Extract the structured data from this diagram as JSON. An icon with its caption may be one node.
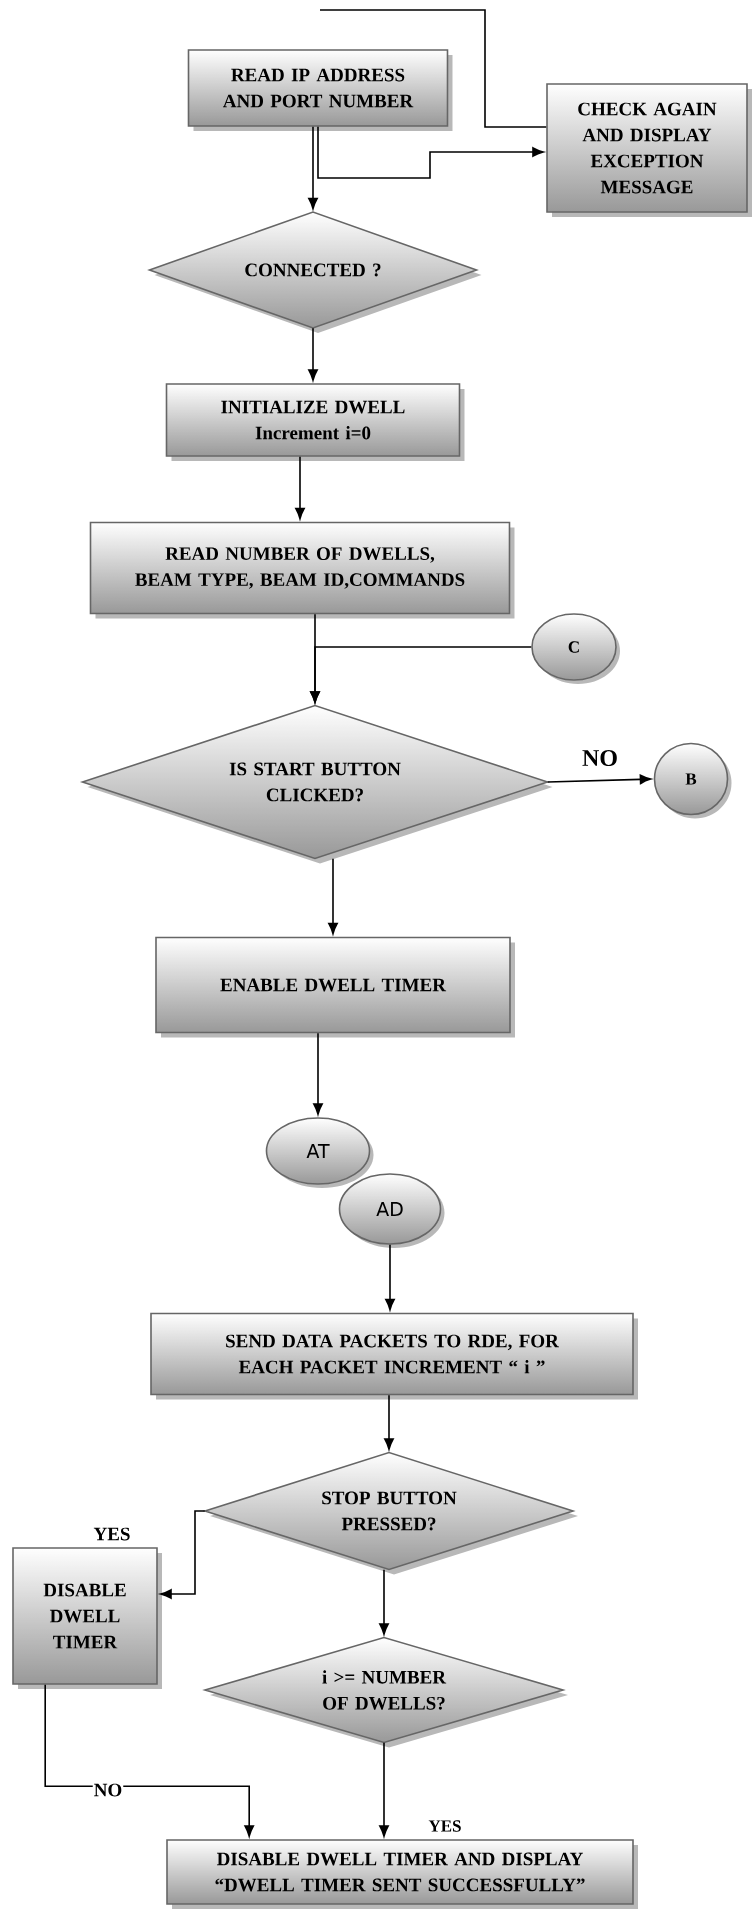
{
  "diagram": {
    "nodes": [
      {
        "text": [
          "READ IP ADDRESS AND PORT NUMBER"
        ]
      },
      {
        "text": [
          "CHECK AGAIN AND DISPLAY EXCEPTION MESSAGE"
        ]
      },
      {
        "text": [
          "CONNECTED ?"
        ]
      },
      {
        "text": [
          "INITIALIZE DWELL Increment i=0"
        ]
      },
      {
        "text": [
          "READ NUMBER OF DWELLS, BEAM TYPE, BEAM ID,COMMANDS"
        ]
      },
      {
        "text": [
          "C"
        ]
      },
      {
        "text": [
          "IS START BUTTON CLICKED?"
        ]
      },
      {
        "text": [
          "B"
        ]
      },
      {
        "text": [
          "ENABLE DWELL TIMER"
        ]
      },
      {
        "text": [
          "AT"
        ]
      },
      {
        "text": [
          "AD"
        ]
      },
      {
        "text": [
          "SEND DATA PACKETS TO RDE, FOR EACH PACKET INCREMENT “ i ”"
        ]
      },
      {
        "text": [
          "STOP BUTTON PRESSED?"
        ]
      },
      {
        "text": [
          "DISABLE DWELL TIMER"
        ]
      },
      {
        "text": [
          "i >= NUMBER OF DWELLS?"
        ]
      },
      {
        "text": [
          "DISABLE DWELL TIMER AND DISPLAY “DWELL TIMER SENT SUCCESSFULLY”"
        ]
      }
    ],
    "edges": [
      {
        "from": null,
        "to": 1,
        "arrow": "none"
      },
      {
        "from": 0,
        "to": 2,
        "arrow": "to"
      },
      {
        "from": 0,
        "to": 1,
        "arrow": "to"
      },
      {
        "from": 2,
        "to": 3,
        "arrow": "to"
      },
      {
        "from": 3,
        "to": 4,
        "arrow": "to"
      },
      {
        "from": 4,
        "to": 6,
        "arrow": "to"
      },
      {
        "from": 5,
        "to": 6,
        "arrow": "to"
      },
      {
        "from": 6,
        "to": 7,
        "arrow": "to",
        "label": "NO"
      },
      {
        "from": 6,
        "to": 8,
        "arrow": "to"
      },
      {
        "from": 8,
        "to": 9,
        "arrow": "to"
      },
      {
        "from": 10,
        "to": 11,
        "arrow": "to"
      },
      {
        "from": 11,
        "to": 12,
        "arrow": "to"
      },
      {
        "from": 12,
        "to": 13,
        "arrow": "to",
        "label": "YES"
      },
      {
        "from": 12,
        "to": 14,
        "arrow": "to"
      },
      {
        "from": 14,
        "to": 15,
        "arrow": "to",
        "label": "YES"
      },
      {
        "from": 13,
        "to": 15,
        "arrow": "to",
        "label": "NO"
      }
    ]
  }
}
